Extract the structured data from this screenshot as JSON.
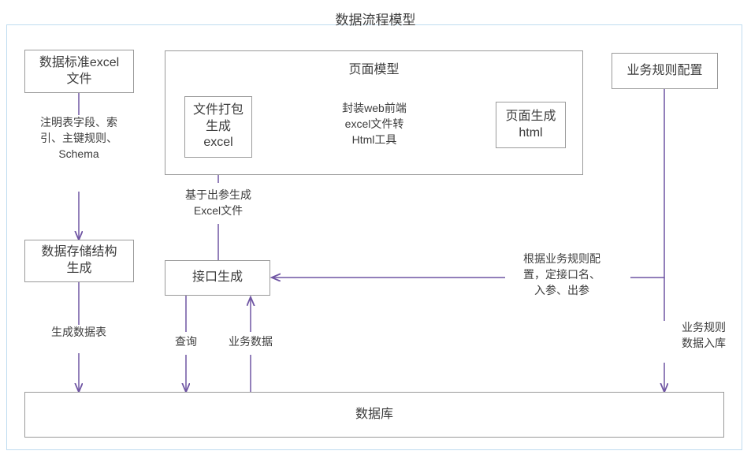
{
  "diagram": {
    "title": "数据流程模型",
    "accent_color": "#6f55a3",
    "node_border_color": "#9a9a9a",
    "frame_color": "#bfdcf0",
    "text_color": "#3c3c3c",
    "background": "#ffffff"
  },
  "groups": [
    {
      "id": "page-model",
      "title": "页面模型"
    }
  ],
  "nodes": [
    {
      "id": "data-standard-excel-file",
      "label": "数据标准excel\n文件"
    },
    {
      "id": "file-package-generate-excel",
      "label": "文件打包\n生成\nexcel"
    },
    {
      "id": "page-generate-html",
      "label": "页面生成\nhtml"
    },
    {
      "id": "business-rule-config",
      "label": "业务规则配置"
    },
    {
      "id": "data-storage-structure-generate",
      "label": "数据存储结构\n生成"
    },
    {
      "id": "interface-generate",
      "label": "接口生成"
    },
    {
      "id": "database",
      "label": "数据库"
    }
  ],
  "edge_labels": [
    {
      "id": "schema-spec",
      "text": "注明表字段、索\n引、主键规则、\nSchema"
    },
    {
      "id": "generate-data-table",
      "text": "生成数据表"
    },
    {
      "id": "excel-to-html-tool",
      "text": "封装web前端\nexcel文件转\nHtml工具"
    },
    {
      "id": "generate-excel-from-output-params",
      "text": "基于出参生成\nExcel文件"
    },
    {
      "id": "query",
      "text": "查询"
    },
    {
      "id": "business-data",
      "text": "业务数据"
    },
    {
      "id": "define-interface-by-rules",
      "text": "根据业务规则配\n置，定接口名、\n入参、出参"
    },
    {
      "id": "business-rule-data-into-db",
      "text": "业务规则\n数据入库"
    }
  ]
}
